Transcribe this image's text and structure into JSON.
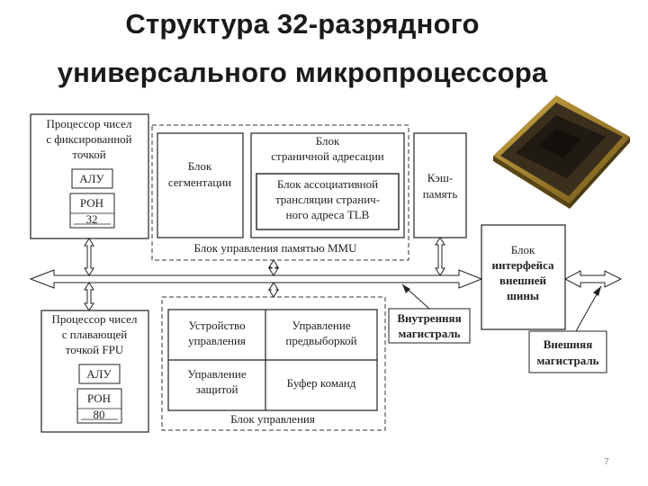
{
  "title_line1": "Структура 32-разрядного",
  "title_line2": "универсального микропроцессора",
  "fixed": {
    "l1": "Процессор чисел",
    "l2": "с фиксированной",
    "l3": "точкой",
    "alu": "АЛУ",
    "ron": "РОН",
    "bits": "32"
  },
  "segment": {
    "l1": "Блок",
    "l2": "сегментации"
  },
  "paging": {
    "l1": "Блок",
    "l2": "страничной адресации"
  },
  "tlb": {
    "l1": "Блок ассоциативной",
    "l2": "трансляции странич-",
    "l3": "ного адреса TLB"
  },
  "cache": {
    "l1": "Кэш-",
    "l2": "память"
  },
  "mmu": "Блок управления памятью MMU",
  "biu": {
    "l1": "Блок",
    "l2": "интерфейса",
    "l3": "внешней",
    "l4": "шины"
  },
  "fpu": {
    "l1": "Процессор чисел",
    "l2": "с плавающей",
    "l3": "точкой FPU",
    "alu": "АЛУ",
    "ron": "РОН",
    "bits": "80"
  },
  "control_unit": {
    "l1": "Устройство",
    "l2": "управления"
  },
  "prefetch": {
    "l1": "Управление",
    "l2": "предвыборкой"
  },
  "protection": {
    "l1": "Управление",
    "l2": "защитой"
  },
  "buffer": "Буфер команд",
  "control_block": "Блок управления",
  "internal_bus": {
    "l1": "Внутренняя",
    "l2": "магистраль"
  },
  "external_bus": {
    "l1": "Внешняя",
    "l2": "магистраль"
  },
  "slide_number": "7",
  "chip_photo": "cpu-chip"
}
